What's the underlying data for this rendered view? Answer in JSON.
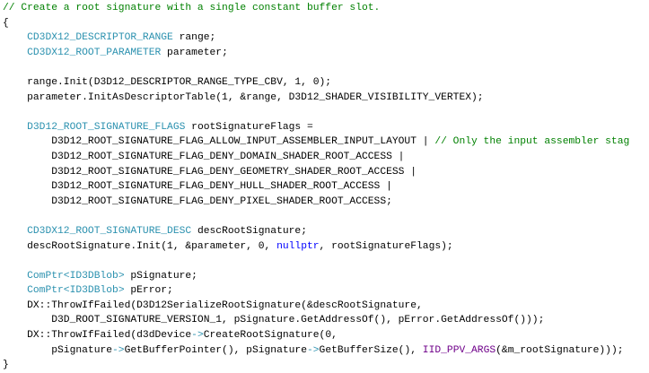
{
  "colors": {
    "comment": "#008000",
    "type": "#2b91af",
    "keyword": "#0000ff",
    "macro": "#6f008a",
    "text": "#000000"
  },
  "code": {
    "lines": [
      [
        [
          "// Create a root signature with a single constant buffer slot.",
          "comment"
        ]
      ],
      [
        [
          "{",
          "plain"
        ]
      ],
      [
        [
          "    ",
          "plain"
        ],
        [
          "CD3DX12_DESCRIPTOR_RANGE",
          "type"
        ],
        [
          " range;",
          "plain"
        ]
      ],
      [
        [
          "    ",
          "plain"
        ],
        [
          "CD3DX12_ROOT_PARAMETER",
          "type"
        ],
        [
          " parameter;",
          "plain"
        ]
      ],
      [],
      [
        [
          "    range.Init(D3D12_DESCRIPTOR_RANGE_TYPE_CBV, 1, 0);",
          "plain"
        ]
      ],
      [
        [
          "    parameter.InitAsDescriptorTable(1, &range, D3D12_SHADER_VISIBILITY_VERTEX);",
          "plain"
        ]
      ],
      [],
      [
        [
          "    ",
          "plain"
        ],
        [
          "D3D12_ROOT_SIGNATURE_FLAGS",
          "type"
        ],
        [
          " rootSignatureFlags =",
          "plain"
        ]
      ],
      [
        [
          "        D3D12_ROOT_SIGNATURE_FLAG_ALLOW_INPUT_ASSEMBLER_INPUT_LAYOUT | ",
          "plain"
        ],
        [
          "// Only the input assembler stag",
          "comment"
        ]
      ],
      [
        [
          "        D3D12_ROOT_SIGNATURE_FLAG_DENY_DOMAIN_SHADER_ROOT_ACCESS |",
          "plain"
        ]
      ],
      [
        [
          "        D3D12_ROOT_SIGNATURE_FLAG_DENY_GEOMETRY_SHADER_ROOT_ACCESS |",
          "plain"
        ]
      ],
      [
        [
          "        D3D12_ROOT_SIGNATURE_FLAG_DENY_HULL_SHADER_ROOT_ACCESS |",
          "plain"
        ]
      ],
      [
        [
          "        D3D12_ROOT_SIGNATURE_FLAG_DENY_PIXEL_SHADER_ROOT_ACCESS;",
          "plain"
        ]
      ],
      [],
      [
        [
          "    ",
          "plain"
        ],
        [
          "CD3DX12_ROOT_SIGNATURE_DESC",
          "type"
        ],
        [
          " descRootSignature;",
          "plain"
        ]
      ],
      [
        [
          "    descRootSignature.Init(1, &parameter, 0, ",
          "plain"
        ],
        [
          "nullptr",
          "kw"
        ],
        [
          ", rootSignatureFlags);",
          "plain"
        ]
      ],
      [],
      [
        [
          "    ",
          "plain"
        ],
        [
          "ComPtr<ID3DBlob>",
          "type"
        ],
        [
          " pSignature;",
          "plain"
        ]
      ],
      [
        [
          "    ",
          "plain"
        ],
        [
          "ComPtr<ID3DBlob>",
          "type"
        ],
        [
          " pError;",
          "plain"
        ]
      ],
      [
        [
          "    DX::ThrowIfFailed(D3D12SerializeRootSignature(&descRootSignature,",
          "plain"
        ]
      ],
      [
        [
          "        D3D_ROOT_SIGNATURE_VERSION_1, pSignature.GetAddressOf(), pError.GetAddressOf()));",
          "plain"
        ]
      ],
      [
        [
          "    DX::ThrowIfFailed(d3dDevice",
          "plain"
        ],
        [
          "->",
          "op"
        ],
        [
          "CreateRootSignature(0,",
          "plain"
        ]
      ],
      [
        [
          "        pSignature",
          "plain"
        ],
        [
          "->",
          "op"
        ],
        [
          "GetBufferPointer(), pSignature",
          "plain"
        ],
        [
          "->",
          "op"
        ],
        [
          "GetBufferSize(), ",
          "plain"
        ],
        [
          "IID_PPV_ARGS",
          "macro"
        ],
        [
          "(&m_rootSignature)));",
          "plain"
        ]
      ],
      [
        [
          "}",
          "plain"
        ]
      ]
    ]
  }
}
